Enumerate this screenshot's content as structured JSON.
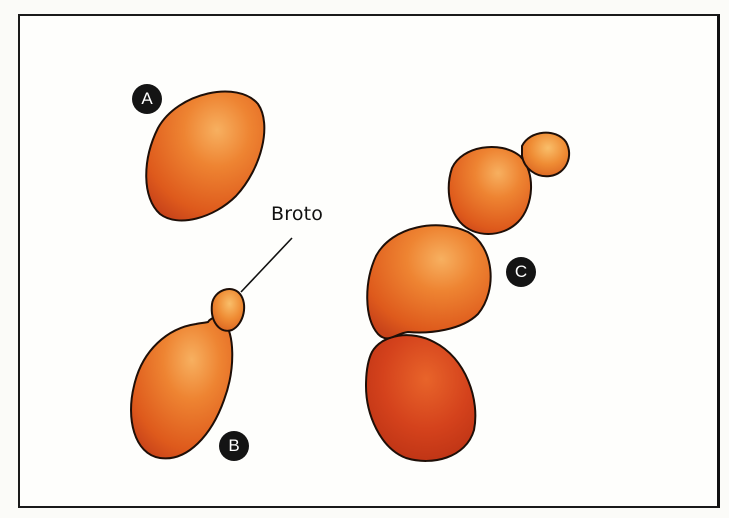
{
  "labels": {
    "cell_a": "A",
    "cell_b": "B",
    "cell_c": "C",
    "bud": "Broto"
  },
  "colors": {
    "cell_light": "#f08a2e",
    "cell_mid": "#e0601c",
    "cell_dark": "#c23a14",
    "outline": "#1e0f08",
    "badge": "#141414"
  }
}
